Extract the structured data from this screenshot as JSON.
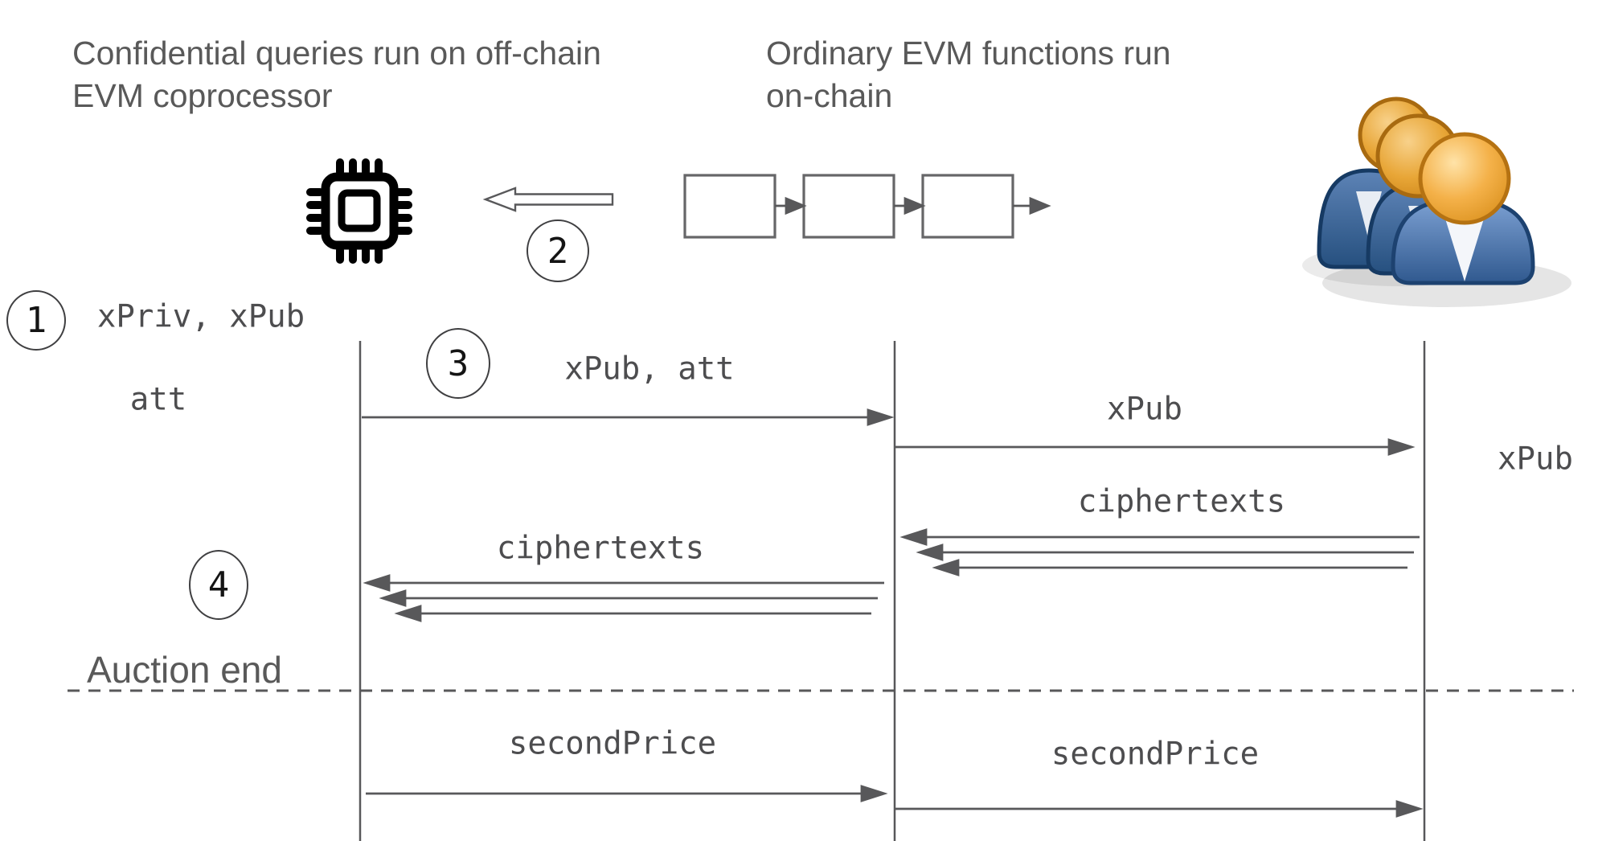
{
  "headings": {
    "offchain": "Confidential queries run on off-chain\nEVM coprocessor",
    "onchain": "Ordinary EVM functions run\non-chain"
  },
  "steps": {
    "s1": "1",
    "s2": "2",
    "s3": "3",
    "s4": "4"
  },
  "labels": {
    "keys": "xPriv, xPub",
    "att": "att",
    "msg_xpub_att": "xPub, att",
    "msg_xpub": "xPub",
    "user_xpub": "xPub",
    "ciphertexts_right": "ciphertexts",
    "ciphertexts_left": "ciphertexts",
    "auction_end": "Auction end",
    "secondprice_left": "secondPrice",
    "secondprice_right": "secondPrice"
  },
  "icons": {
    "cpu": "cpu-chip-icon",
    "blockchain": "blockchain-blocks-icon",
    "users": "users-group-icon",
    "hollow_arrow": "left-block-arrow-icon"
  },
  "colors": {
    "text_gray": "#595959",
    "mono_text": "#4d4d4f",
    "line_gray": "#58585a",
    "box_border": "#666668",
    "chip_black": "#000000",
    "user_head_orange": "#eda933",
    "user_head_border": "#b57212",
    "user_body_blue": "#33619c",
    "user_body_border": "#1d4270"
  }
}
